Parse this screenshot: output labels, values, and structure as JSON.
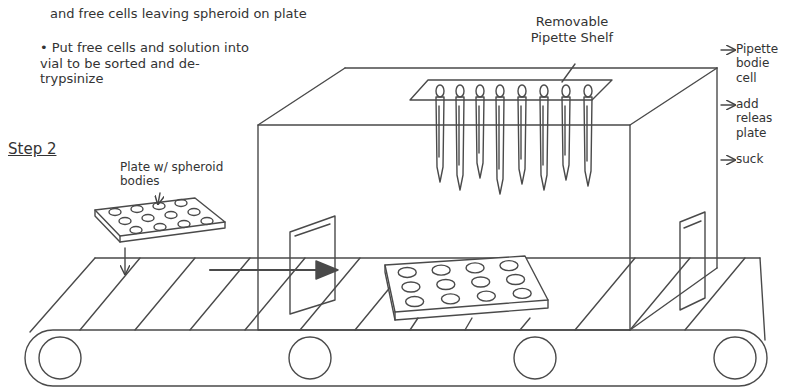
{
  "diagram": {
    "labels": [
      "and free cells leaving spheroid on plate",
      "• Put free cells and solution into vial to be sorted and de-trypsinize",
      "Step 2",
      "Plate w/ spheroid bodies",
      "Removable Pipette Shelf",
      "Pipette bodie cell",
      "add releas plate",
      "suck"
    ]
  }
}
